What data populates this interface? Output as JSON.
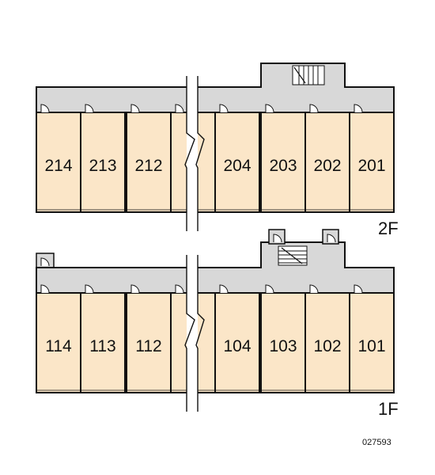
{
  "floors": [
    {
      "label": "2F",
      "units": [
        "214",
        "213",
        "212",
        "",
        "204",
        "203",
        "202",
        "201"
      ]
    },
    {
      "label": "1F",
      "units": [
        "114",
        "113",
        "112",
        "",
        "104",
        "103",
        "102",
        "101"
      ]
    }
  ],
  "plan_code": "027593",
  "colors": {
    "unit_fill": "#fbe6c8",
    "corridor_fill": "#d8d8d8",
    "wall": "#111111",
    "break_gap": "#ffffff"
  },
  "icons": [
    "door-swing-icon",
    "staircase-icon"
  ]
}
